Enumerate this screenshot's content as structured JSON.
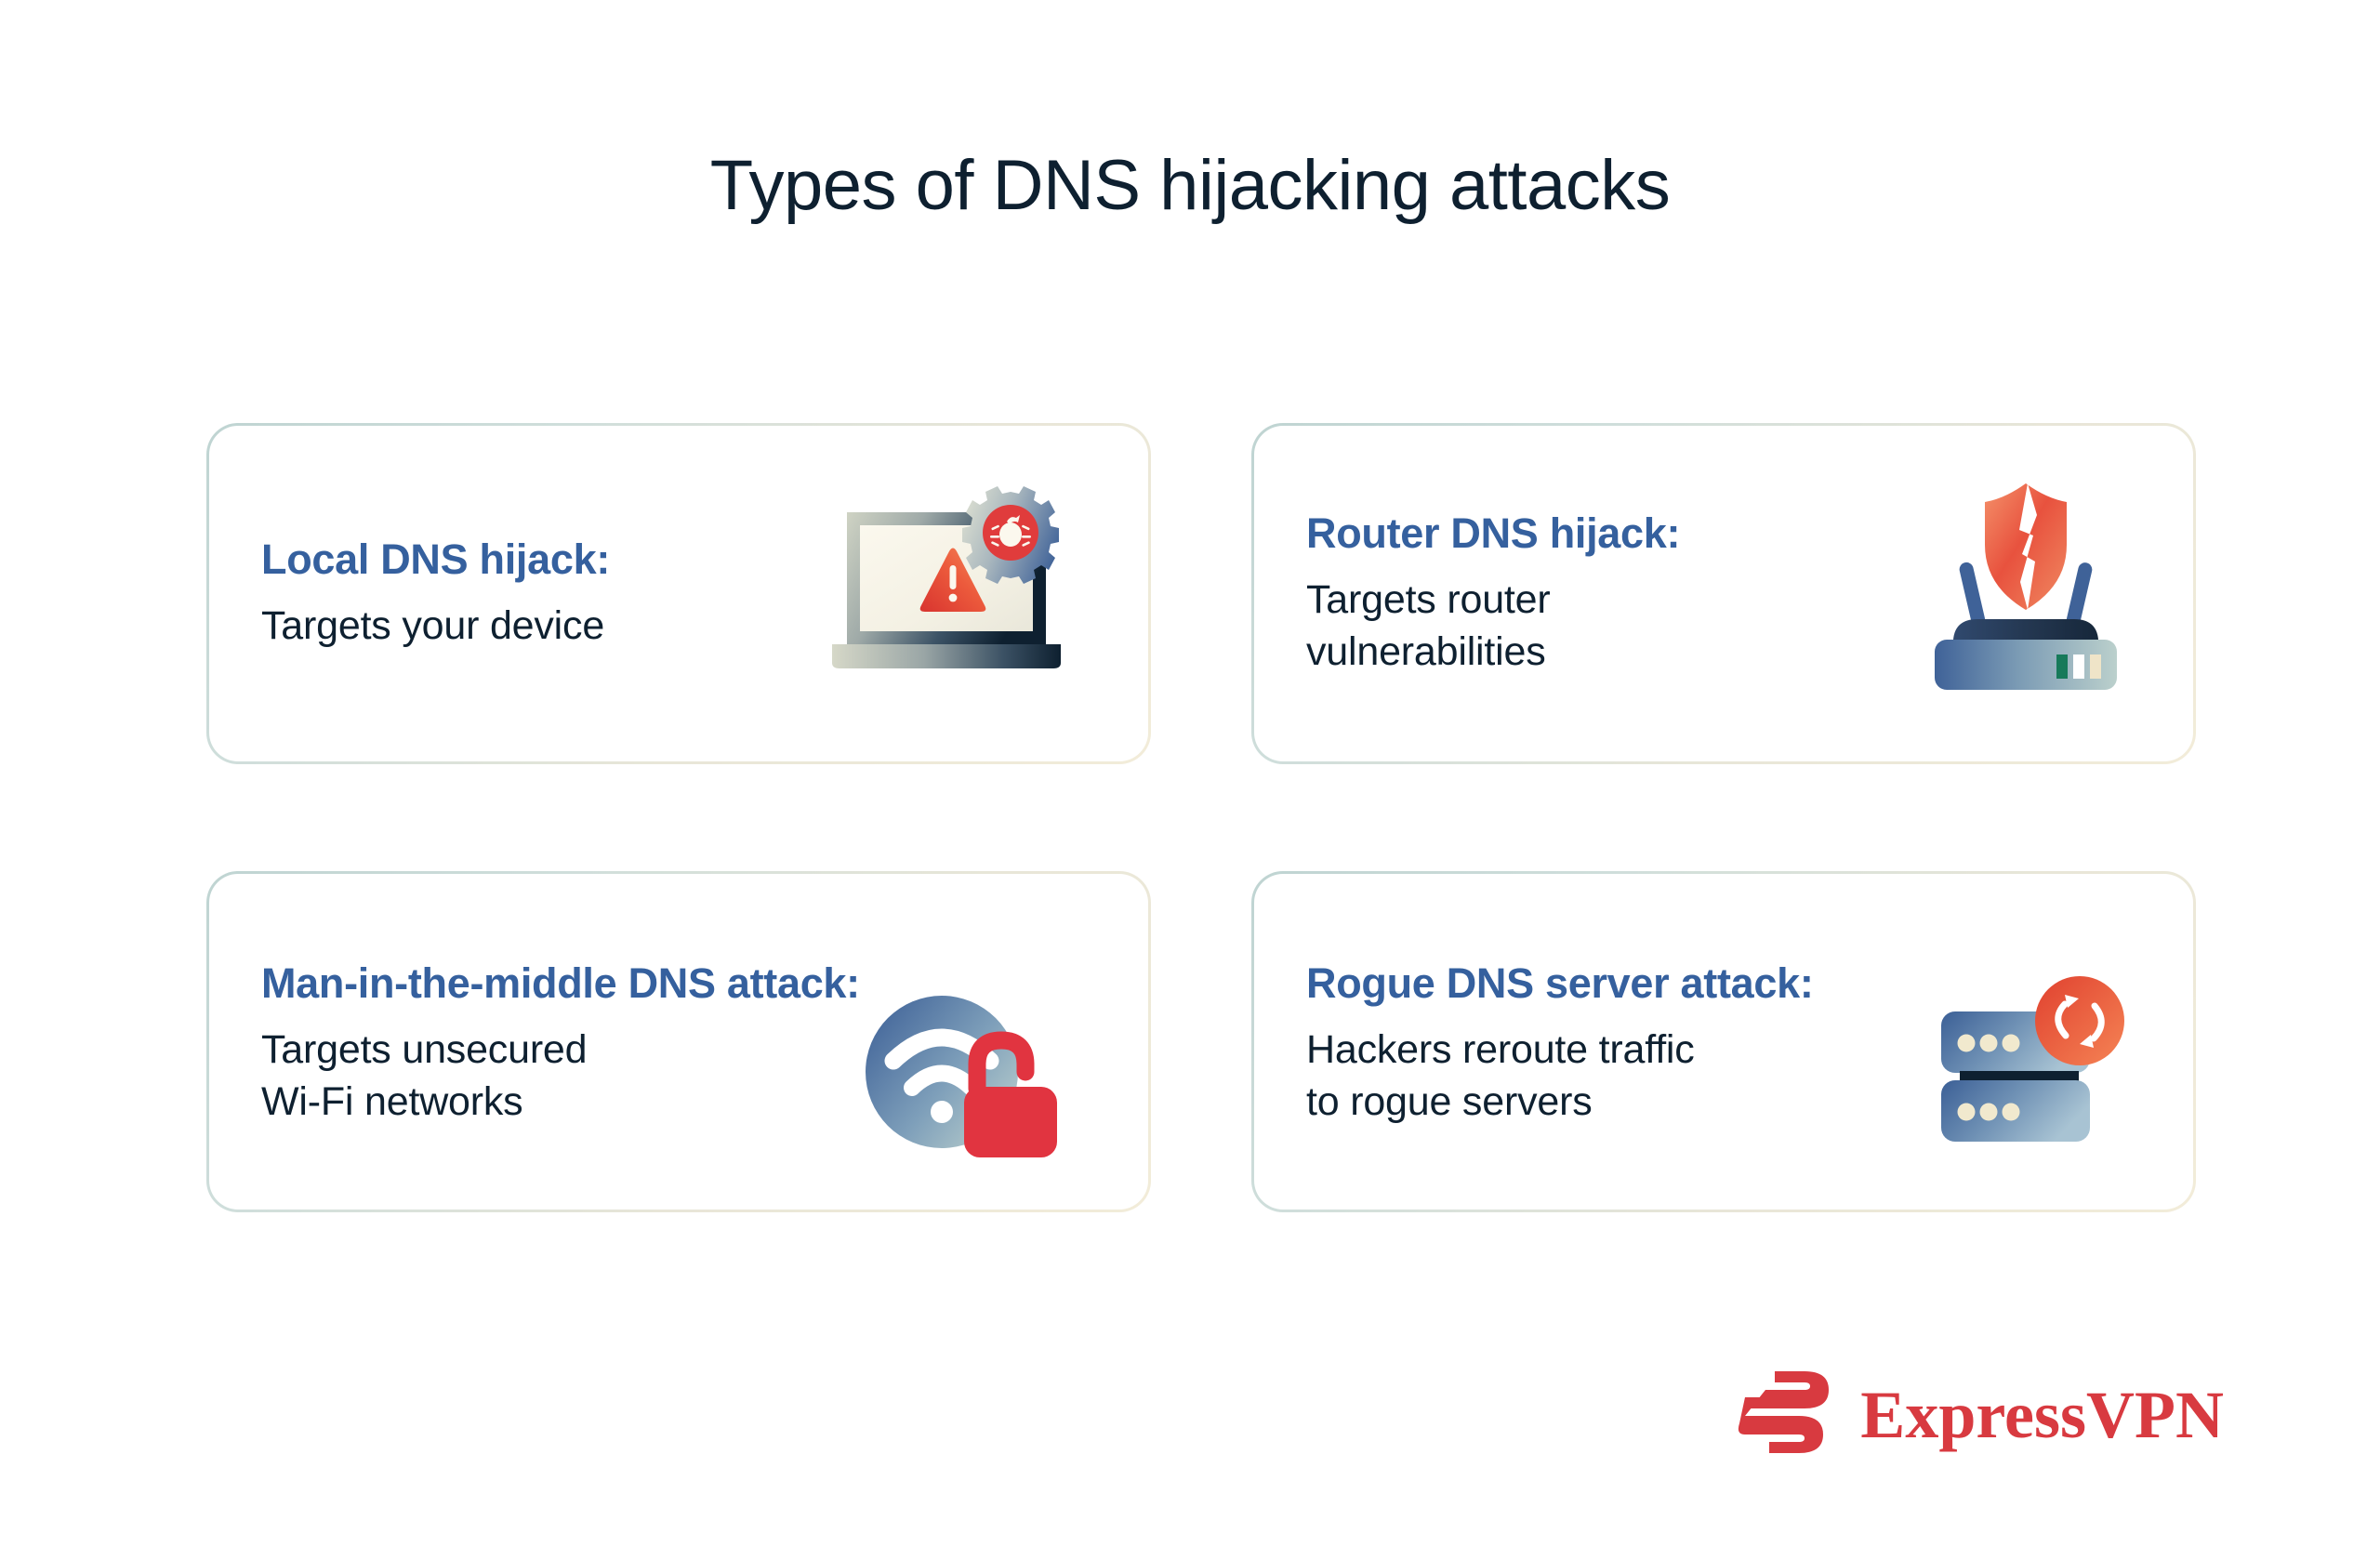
{
  "page": {
    "title": "Types of DNS hijacking attacks",
    "background_color": "#ffffff"
  },
  "theme": {
    "heading_color": "#35609E",
    "body_color": "#0E2030",
    "card_border_start": "#bfd4d2",
    "card_border_end": "#f2ecd9",
    "accent_red": "#DC3545",
    "accent_orange": "#F07B50",
    "brand_red": "#D83A40",
    "icon_blue": "#3F6298",
    "icon_sage": "#BFD0CE"
  },
  "cards": [
    {
      "heading": "Local DNS hijack:",
      "body": "Targets your device",
      "icon_name": "laptop-warning-bug-gear-icon"
    },
    {
      "heading": "Router DNS hijack:",
      "body": "Targets router\nvulnerabilities",
      "icon_name": "router-broken-shield-icon"
    },
    {
      "heading": "Man-in-the-middle DNS attack:",
      "body": "Targets unsecured\nWi-Fi networks",
      "icon_name": "wifi-open-padlock-icon"
    },
    {
      "heading": "Rogue DNS server attack:",
      "body": "Hackers reroute traffic\nto rogue servers",
      "icon_name": "server-stack-reroute-icon"
    }
  ],
  "logo": {
    "wordmark": "ExpressVPN",
    "mark_name": "expressvpn-e-logo-icon"
  }
}
